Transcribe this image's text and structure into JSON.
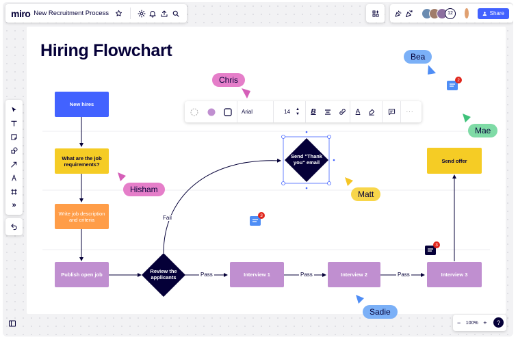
{
  "app": {
    "logo": "miro",
    "board_name": "New Recruitment Process"
  },
  "header": {
    "collaborator_count": "12",
    "share_label": "Share"
  },
  "zoom": {
    "level": "100%",
    "minus": "−",
    "plus": "+",
    "help": "?"
  },
  "board": {
    "title": "Hiring Flowchart"
  },
  "toolbar": {
    "font": "Arial",
    "font_size": "14"
  },
  "nodes": {
    "new_hires": "New hires",
    "job_requirements": "What are the job requirements?",
    "write_description": "Write job description and criteria",
    "publish": "Publish open job",
    "review": "Review the applicants",
    "interview1": "Interview 1",
    "interview2": "Interview 2",
    "interview3": "Interview 3",
    "send_email": "Send \"Thank you\" email",
    "send_offer": "Send offer"
  },
  "edges": {
    "fail": "Fail",
    "pass1": "Pass",
    "pass2": "Pass",
    "pass3": "Pass"
  },
  "cursors": [
    {
      "name": "Chris",
      "color": "#d55fb8"
    },
    {
      "name": "Bea",
      "color": "#4e8df5"
    },
    {
      "name": "Mae",
      "color": "#3fc27a"
    },
    {
      "name": "Hisham",
      "color": "#d55fb8"
    },
    {
      "name": "Matt",
      "color": "#f5c525"
    },
    {
      "name": "Sadie",
      "color": "#4e8df5"
    }
  ],
  "comments": {
    "c1": "2",
    "c2": "3",
    "c3": "3"
  },
  "colors": {
    "blue": "#4262ff",
    "yellow": "#f5cc25",
    "orange": "#ff9d48",
    "purple": "#c08fd0",
    "navy": "#050038"
  }
}
